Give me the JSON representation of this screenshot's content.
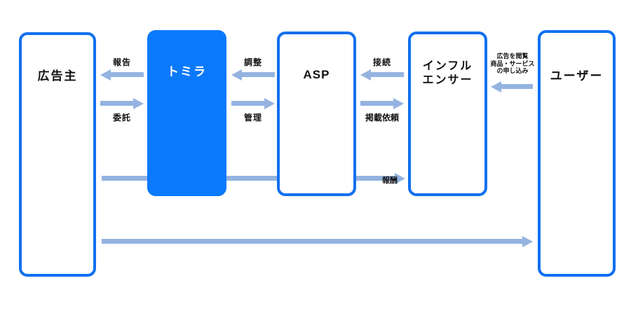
{
  "diagram_title": "",
  "colors": {
    "accent": "#1270ef",
    "box_fill": "#0b79fb",
    "arrow": "#94b3e0",
    "text": "#111111",
    "background": "#ffffff"
  },
  "boxes": {
    "advertiser": {
      "label": "広告主",
      "variant": "outline"
    },
    "tomira": {
      "label": "トミラ",
      "variant": "solid"
    },
    "asp": {
      "label": "ASP",
      "variant": "outline"
    },
    "influencer": {
      "line1": "インフル",
      "line2": "エンサー",
      "variant": "outline"
    },
    "user": {
      "label": "ユーザー",
      "variant": "outline"
    }
  },
  "arrows": {
    "report": {
      "label": "報告",
      "from": "トミラ",
      "to": "広告主",
      "direction": "left"
    },
    "entrust": {
      "label": "委託",
      "from": "広告主",
      "to": "トミラ",
      "direction": "right"
    },
    "adjust": {
      "label": "調整",
      "from": "ASP",
      "to": "トミラ",
      "direction": "left"
    },
    "manage": {
      "label": "管理",
      "from": "トミラ",
      "to": "ASP",
      "direction": "right"
    },
    "connect": {
      "label": "接続",
      "from": "インフルエンサー",
      "to": "ASP",
      "direction": "left"
    },
    "posting_request": {
      "label": "掲載依頼",
      "from": "ASP",
      "to": "インフルエンサー",
      "direction": "right"
    },
    "user_action": {
      "line1": "広告を閲覧",
      "line2": "商品・サービス",
      "line3": "の申し込み",
      "from": "ユーザー",
      "to": "インフルエンサー",
      "direction": "left"
    },
    "reward": {
      "label": "報酬",
      "from": "広告主",
      "to": "インフルエンサー",
      "direction": "right"
    },
    "bottom_flow": {
      "label": "",
      "from": "広告主",
      "to": "ユーザー",
      "direction": "right"
    }
  }
}
